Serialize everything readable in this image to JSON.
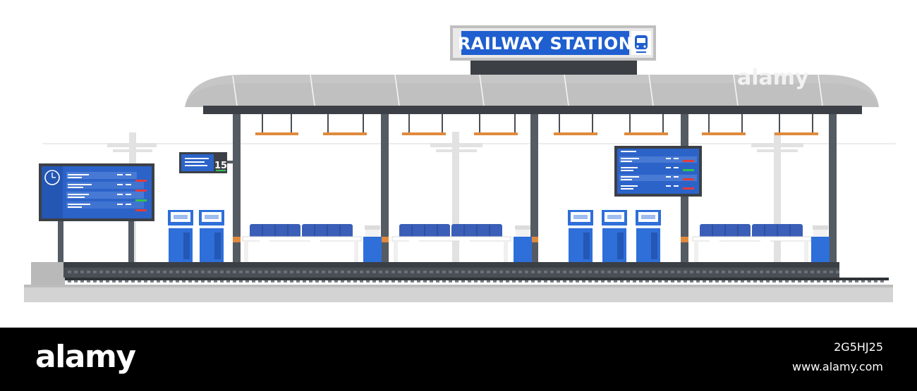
{
  "scene": {
    "sign_title": "RAILWAY STATION",
    "platform_number": "15",
    "watermark": "alamy",
    "colors": {
      "sign_blue": "#1f5fcf",
      "board_blue": "#2b63c9",
      "seat_blue": "#3b5fb8",
      "kiosk_blue": "#2e6fd9",
      "canopy_gray": "#c9c9c9",
      "post_gray": "#555b63",
      "track_dark": "#3a3f45",
      "platform_gray": "#d3d3d3"
    }
  },
  "footer": {
    "brand": "alamy",
    "image_code": "2G5HJ25",
    "site": "www.alamy.com"
  }
}
